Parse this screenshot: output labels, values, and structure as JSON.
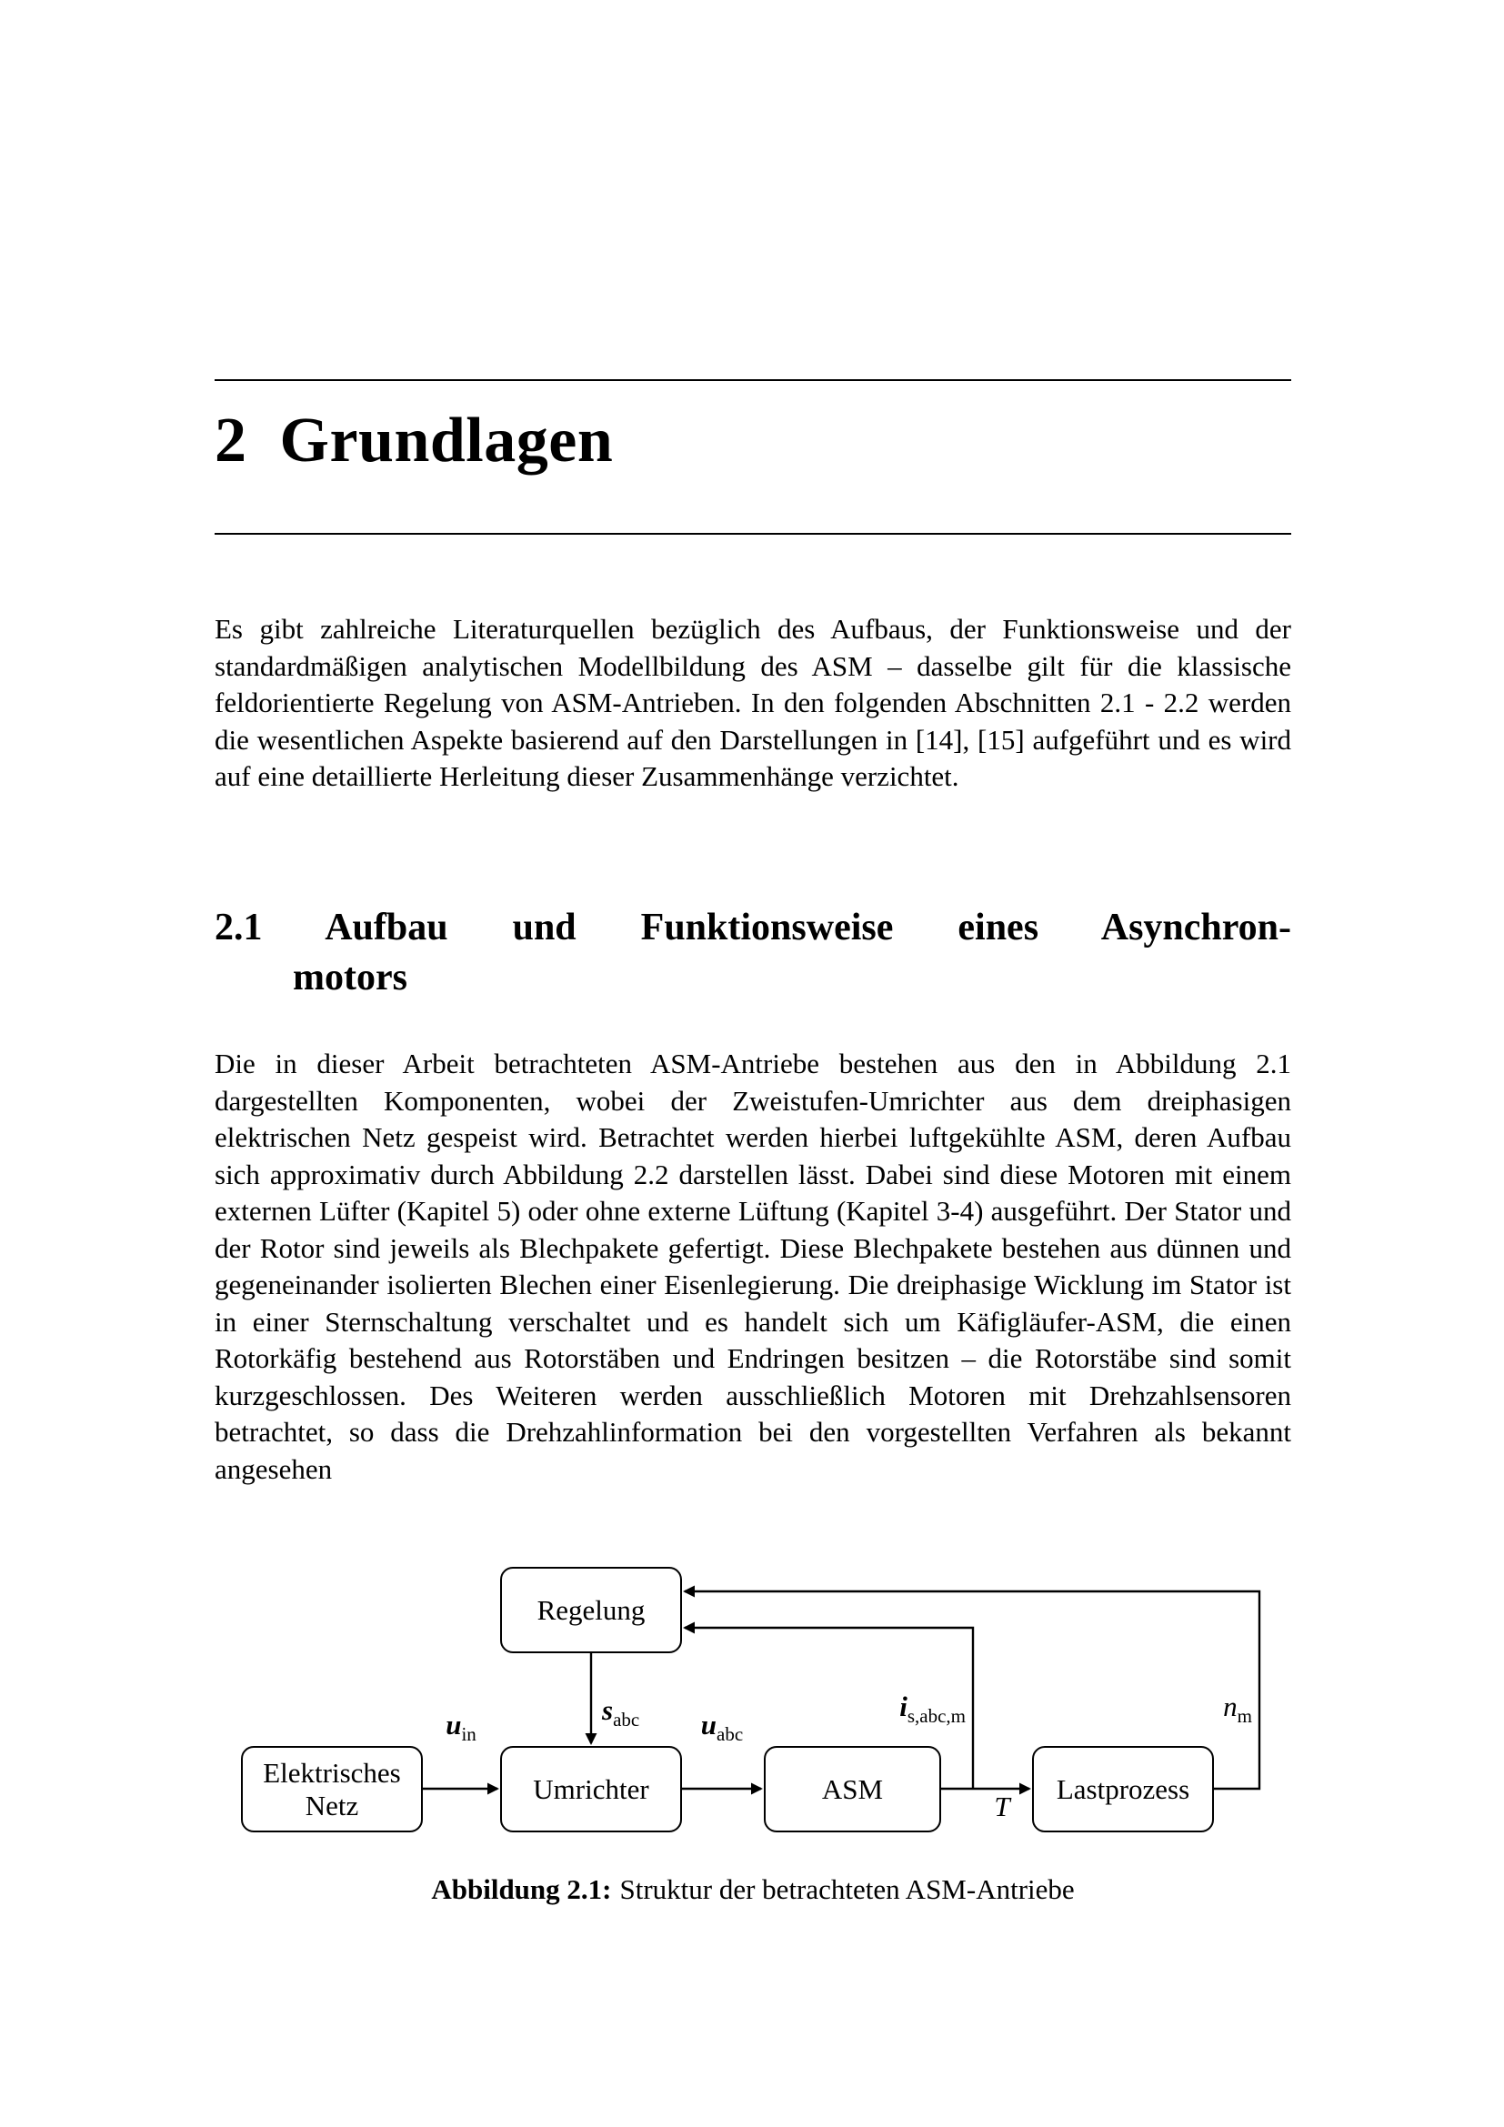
{
  "document": {
    "chapter_number": "2",
    "chapter_title": "Grundlagen",
    "paragraph_1": "Es gibt zahlreiche Literaturquellen bezüglich des Aufbaus, der Funktionsweise und der standardmäßigen analytischen Modellbildung des ASM – dasselbe gilt für die klassische feldorientierte Regelung von ASM-Antrieben. In den folgenden Abschnitten 2.1 - 2.2 werden die wesentlichen Aspekte basierend auf den Darstellungen in [14], [15] aufgeführt und es wird auf eine detaillierte Herleitung dieser Zusammenhänge verzichtet.",
    "section_heading_line1": "2.1 Aufbau und Funktionsweise eines Asynchron-",
    "section_heading_line2": "motors",
    "paragraph_2": "Die in dieser Arbeit betrachteten ASM-Antriebe bestehen aus den in Abbildung 2.1 dargestellten Komponenten, wobei der Zweistufen-Umrichter aus dem dreiphasigen elektrischen Netz gespeist wird. Betrachtet werden hierbei luftgekühlte ASM, deren Aufbau sich approximativ durch Abbildung 2.2 darstellen lässt. Dabei sind diese Motoren mit einem externen Lüfter (Kapitel 5) oder ohne externe Lüftung (Kapitel 3-4) ausgeführt. Der Stator und der Rotor sind jeweils als Blechpakete gefertigt. Diese Blechpakete bestehen aus dünnen und gegeneinander isolierten Blechen einer Eisenlegierung. Die dreiphasige Wicklung im Stator ist in einer Sternschaltung verschaltet und es handelt sich um Käfigläufer-ASM, die einen Rotorkäfig bestehend aus Rotorstäben und Endringen besitzen – die Rotorstäbe sind somit kurzgeschlossen. Des Weiteren werden ausschließlich Motoren mit Drehzahlsensoren betrachtet, so dass die Drehzahlinformation bei den vorgestellten Verfahren als bekannt angesehen"
  },
  "figure": {
    "caption_label": "Abbildung 2.1:",
    "caption_text": "Struktur der betrachteten ASM-Antriebe",
    "boxes": {
      "regelung": "Regelung",
      "netz_line1": "Elektrisches",
      "netz_line2": "Netz",
      "umrichter": "Umrichter",
      "asm": "ASM",
      "lastprozess": "Lastprozess"
    },
    "signals": {
      "u_in": {
        "symbol": "u",
        "subscript": "in"
      },
      "u_abc": {
        "symbol": "u",
        "subscript": "abc"
      },
      "s_abc": {
        "symbol": "s",
        "subscript": "abc"
      },
      "i_s": {
        "symbol": "i",
        "subscript": "s,abc,m"
      },
      "n_m": {
        "symbol": "n",
        "subscript": "m"
      },
      "torque": {
        "symbol": "T",
        "subscript": ""
      }
    }
  }
}
